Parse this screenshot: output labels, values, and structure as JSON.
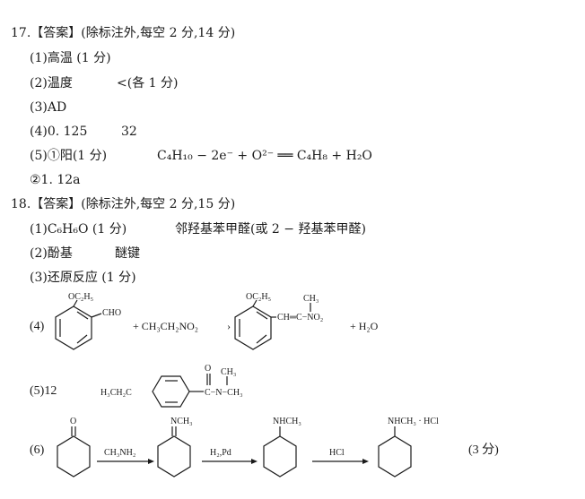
{
  "q17": {
    "header": "17.【答案】(除标注外,每空 2 分,14 分)",
    "p1": "(1)高温 (1 分)",
    "p2a": "(2)温度",
    "p2b": "<(各 1 分)",
    "p3": "(3)AD",
    "p4a": "(4)0. 125",
    "p4b": "32",
    "p5a": "(5)①阳(1 分)",
    "p5b": "C₄H₁₀ − 2e⁻ + O²⁻ ══ C₄H₈ + H₂O",
    "p6": "②1. 12a"
  },
  "q18": {
    "header": "18.【答案】(除标注外,每空 2 分,15 分)",
    "p1a": "(1)C₆H₆O (1 分)",
    "p1b": "邻羟基苯甲醛(或 2 − 羟基苯甲醛)",
    "p2a": "(2)酚基",
    "p2b": "醚键",
    "p3": "(3)还原反应 (1 分)",
    "p4_label": "(4)",
    "p4_r1_sub": "OC₂H₅",
    "p4_r1_grp": "CHO",
    "p4_plus_reagent": "+ CH₃CH₂NO₂",
    "p4_p_sub": "OC₂H₅",
    "p4_p_chain": "CH═C−NO₂",
    "p4_p_me": "CH₃",
    "p4_plus_water": "+ H₂O",
    "p5_label": "(5)12",
    "p5_left": "H₃CH₂C",
    "p5_o": "O",
    "p5_amide": "C−N−CH₃",
    "p5_me": "CH₃",
    "p6_label": "(6)",
    "p6_o": "O",
    "p6_r1": "CH₃NH₂",
    "p6_imine": "NCH₃",
    "p6_r2": "H₂,Pd",
    "p6_amine": "NHCH₃",
    "p6_r3": "HCl",
    "p6_salt": "NHCH₃ · HCl",
    "p6_score": "(3 分)"
  }
}
